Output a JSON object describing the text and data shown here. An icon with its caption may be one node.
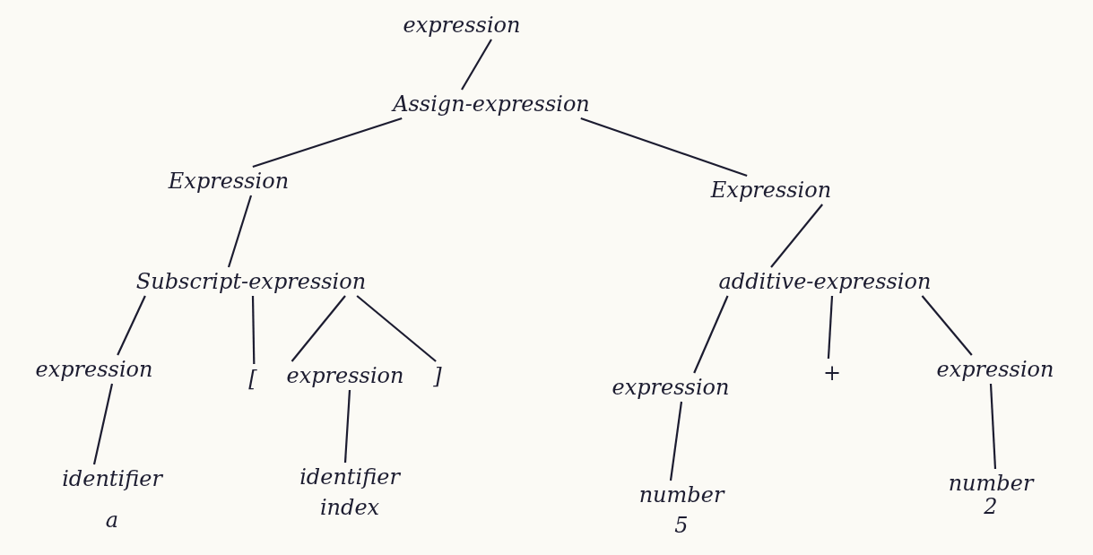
{
  "diagram": {
    "nodes": [
      {
        "text": [
          "expression"
        ]
      },
      {
        "text": [
          "Assign-expression"
        ]
      },
      {
        "text": [
          "Expression"
        ]
      },
      {
        "text": [
          "Expression"
        ]
      },
      {
        "text": [
          "Subscript-expression"
        ]
      },
      {
        "text": [
          "additive-expression"
        ]
      },
      {
        "text": [
          "expression"
        ]
      },
      {
        "text": [
          "["
        ]
      },
      {
        "text": [
          "expression"
        ]
      },
      {
        "text": [
          "]"
        ]
      },
      {
        "text": [
          "expression"
        ]
      },
      {
        "text": [
          "+"
        ]
      },
      {
        "text": [
          "expression"
        ]
      },
      {
        "text": [
          "identifier"
        ],
        "beside": [
          "a"
        ]
      },
      {
        "text": [
          "identifier"
        ],
        "beside": [
          "index"
        ]
      },
      {
        "text": [
          "number"
        ],
        "beside": [
          "5"
        ]
      },
      {
        "text": [
          "number"
        ],
        "beside": [
          "2"
        ]
      }
    ],
    "edges": [
      {
        "from": 0,
        "to": 1,
        "arrow": "none"
      },
      {
        "from": 1,
        "to": 2,
        "arrow": "none"
      },
      {
        "from": 1,
        "to": 3,
        "arrow": "none"
      },
      {
        "from": 2,
        "to": 4,
        "arrow": "none"
      },
      {
        "from": 3,
        "to": 5,
        "arrow": "none"
      },
      {
        "from": 4,
        "to": 6,
        "arrow": "none"
      },
      {
        "from": 4,
        "to": 7,
        "arrow": "none"
      },
      {
        "from": 4,
        "to": 8,
        "arrow": "none"
      },
      {
        "from": 4,
        "to": 9,
        "arrow": "none"
      },
      {
        "from": 5,
        "to": 10,
        "arrow": "none"
      },
      {
        "from": 5,
        "to": 11,
        "arrow": "none"
      },
      {
        "from": 5,
        "to": 12,
        "arrow": "none"
      },
      {
        "from": 6,
        "to": 13,
        "arrow": "none"
      },
      {
        "from": 8,
        "to": 14,
        "arrow": "none"
      },
      {
        "from": 10,
        "to": 15,
        "arrow": "none"
      },
      {
        "from": 12,
        "to": 16,
        "arrow": "none"
      }
    ]
  }
}
